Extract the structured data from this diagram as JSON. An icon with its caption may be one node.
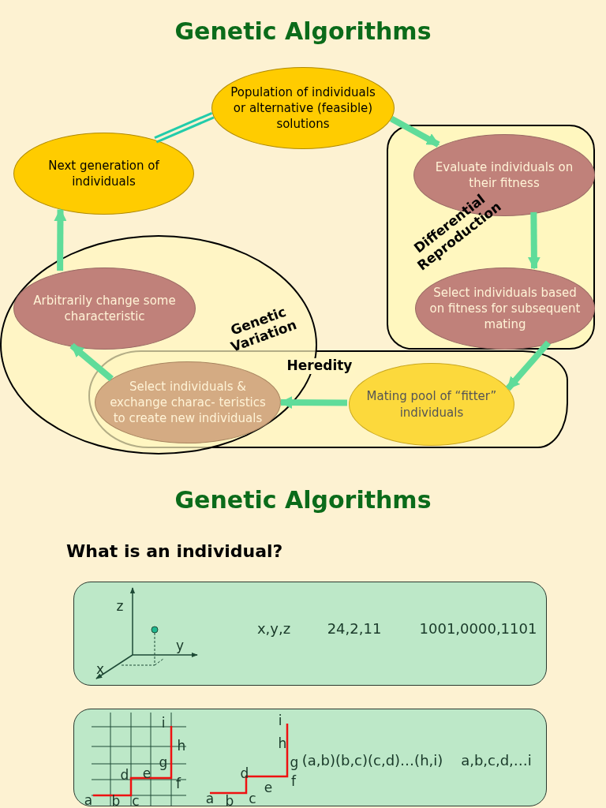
{
  "diagram": {
    "title": "Genetic Algorithms",
    "nodes": [
      {
        "text": [
          "Population of individuals or alternative (feasible) solutions"
        ]
      },
      {
        "text": [
          "Differential Reproduction"
        ]
      },
      {
        "text": [
          "Evaluate individuals on their fitness"
        ],
        "in": 1
      },
      {
        "text": [
          "Select individuals based on fitness for subsequent mating"
        ],
        "in": 1
      },
      {
        "text": [
          "Heredity"
        ]
      },
      {
        "text": [
          "Mating pool of “fitter” individuals"
        ],
        "in": 4
      },
      {
        "text": [
          "Genetic Variation"
        ]
      },
      {
        "text": [
          "Arbitrarily change some characteristic"
        ],
        "in": 6
      },
      {
        "text": [
          "Select individuals & exchange charac- teristics to create new individuals"
        ]
      },
      {
        "text": [
          "Next generation of individuals"
        ]
      },
      {
        "text": [
          "x,y,z",
          "24,2,11",
          "1001,0000,1101"
        ]
      },
      {
        "text": [
          "(a,b)(b,c)(c,d)…(h,i)",
          "a,b,c,d,…i"
        ]
      }
    ],
    "edges": [
      {
        "from": 0,
        "to": 2,
        "arrow": "to"
      },
      {
        "from": 2,
        "to": 3,
        "arrow": "to"
      },
      {
        "from": 3,
        "to": 5,
        "arrow": "to"
      },
      {
        "from": 5,
        "to": 8,
        "arrow": "to"
      },
      {
        "from": 8,
        "to": 7,
        "arrow": "to"
      },
      {
        "from": 7,
        "to": 9,
        "arrow": "to"
      },
      {
        "from": 9,
        "to": 0,
        "arrow": "none"
      },
      {
        "from": 9,
        "to": 0,
        "arrow": "none"
      }
    ],
    "labels": [
      "Genetic Algorithms",
      "What is an individual?",
      "z",
      "y",
      "x",
      "i",
      "h",
      "g",
      "d",
      "e",
      "f",
      "a",
      "b",
      "c",
      "i",
      "h",
      "g",
      "d",
      "f",
      "e",
      "a",
      "b",
      "c"
    ]
  }
}
